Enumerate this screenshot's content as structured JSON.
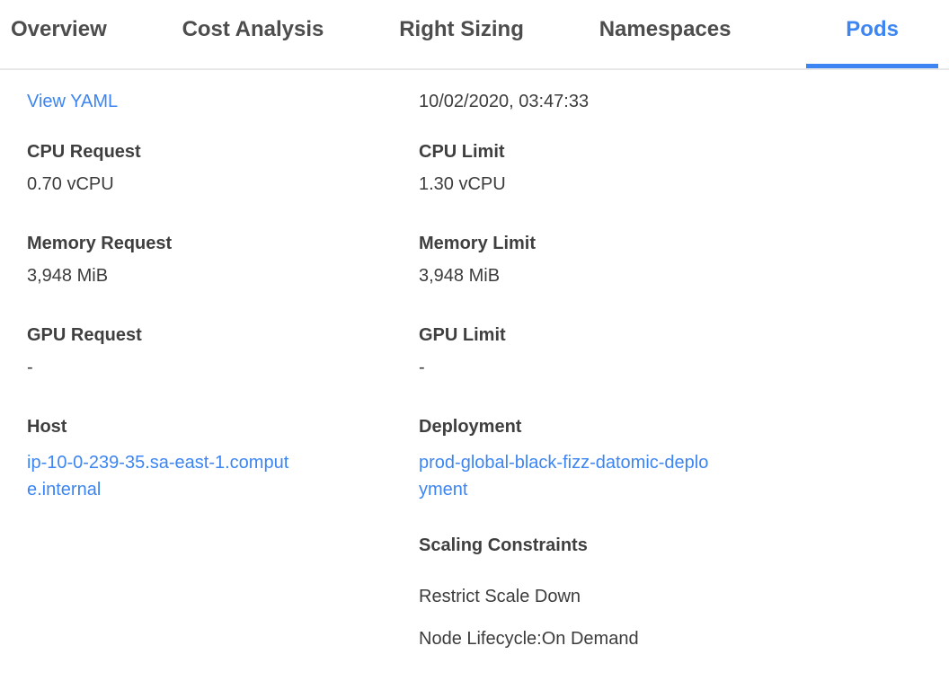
{
  "tabs": {
    "items": [
      {
        "label": "Overview",
        "active": false
      },
      {
        "label": "Cost Analysis",
        "active": false
      },
      {
        "label": "Right Sizing",
        "active": false
      },
      {
        "label": "Namespaces",
        "active": false
      },
      {
        "label": "Pods",
        "active": true
      }
    ]
  },
  "pod_details": {
    "view_yaml_label": "View YAML",
    "last_updated": "10/02/2020, 03:47:33",
    "cpu_request": {
      "label": "CPU Request",
      "value": "0.70 vCPU"
    },
    "cpu_limit": {
      "label": "CPU Limit",
      "value": "1.30 vCPU"
    },
    "memory_request": {
      "label": "Memory Request",
      "value": "3,948 MiB"
    },
    "memory_limit": {
      "label": "Memory Limit",
      "value": "3,948 MiB"
    },
    "gpu_request": {
      "label": "GPU Request",
      "value": "-"
    },
    "gpu_limit": {
      "label": "GPU Limit",
      "value": "-"
    },
    "host": {
      "label": "Host",
      "value": "ip-10-0-239-35.sa-east-1.compute.internal"
    },
    "deployment": {
      "label": "Deployment",
      "value": "prod-global-black-fizz-datomic-deployment"
    },
    "scaling_constraints": {
      "title": "Scaling Constraints",
      "items": [
        "Restrict Scale Down",
        "Node Lifecycle:On Demand"
      ]
    }
  },
  "colors": {
    "accent_blue": "#3c85f2",
    "tab_text": "#4d4d4d",
    "label_text": "#3f3f3f",
    "value_text": "#3c3c3c",
    "divider": "#e8e8e8"
  }
}
